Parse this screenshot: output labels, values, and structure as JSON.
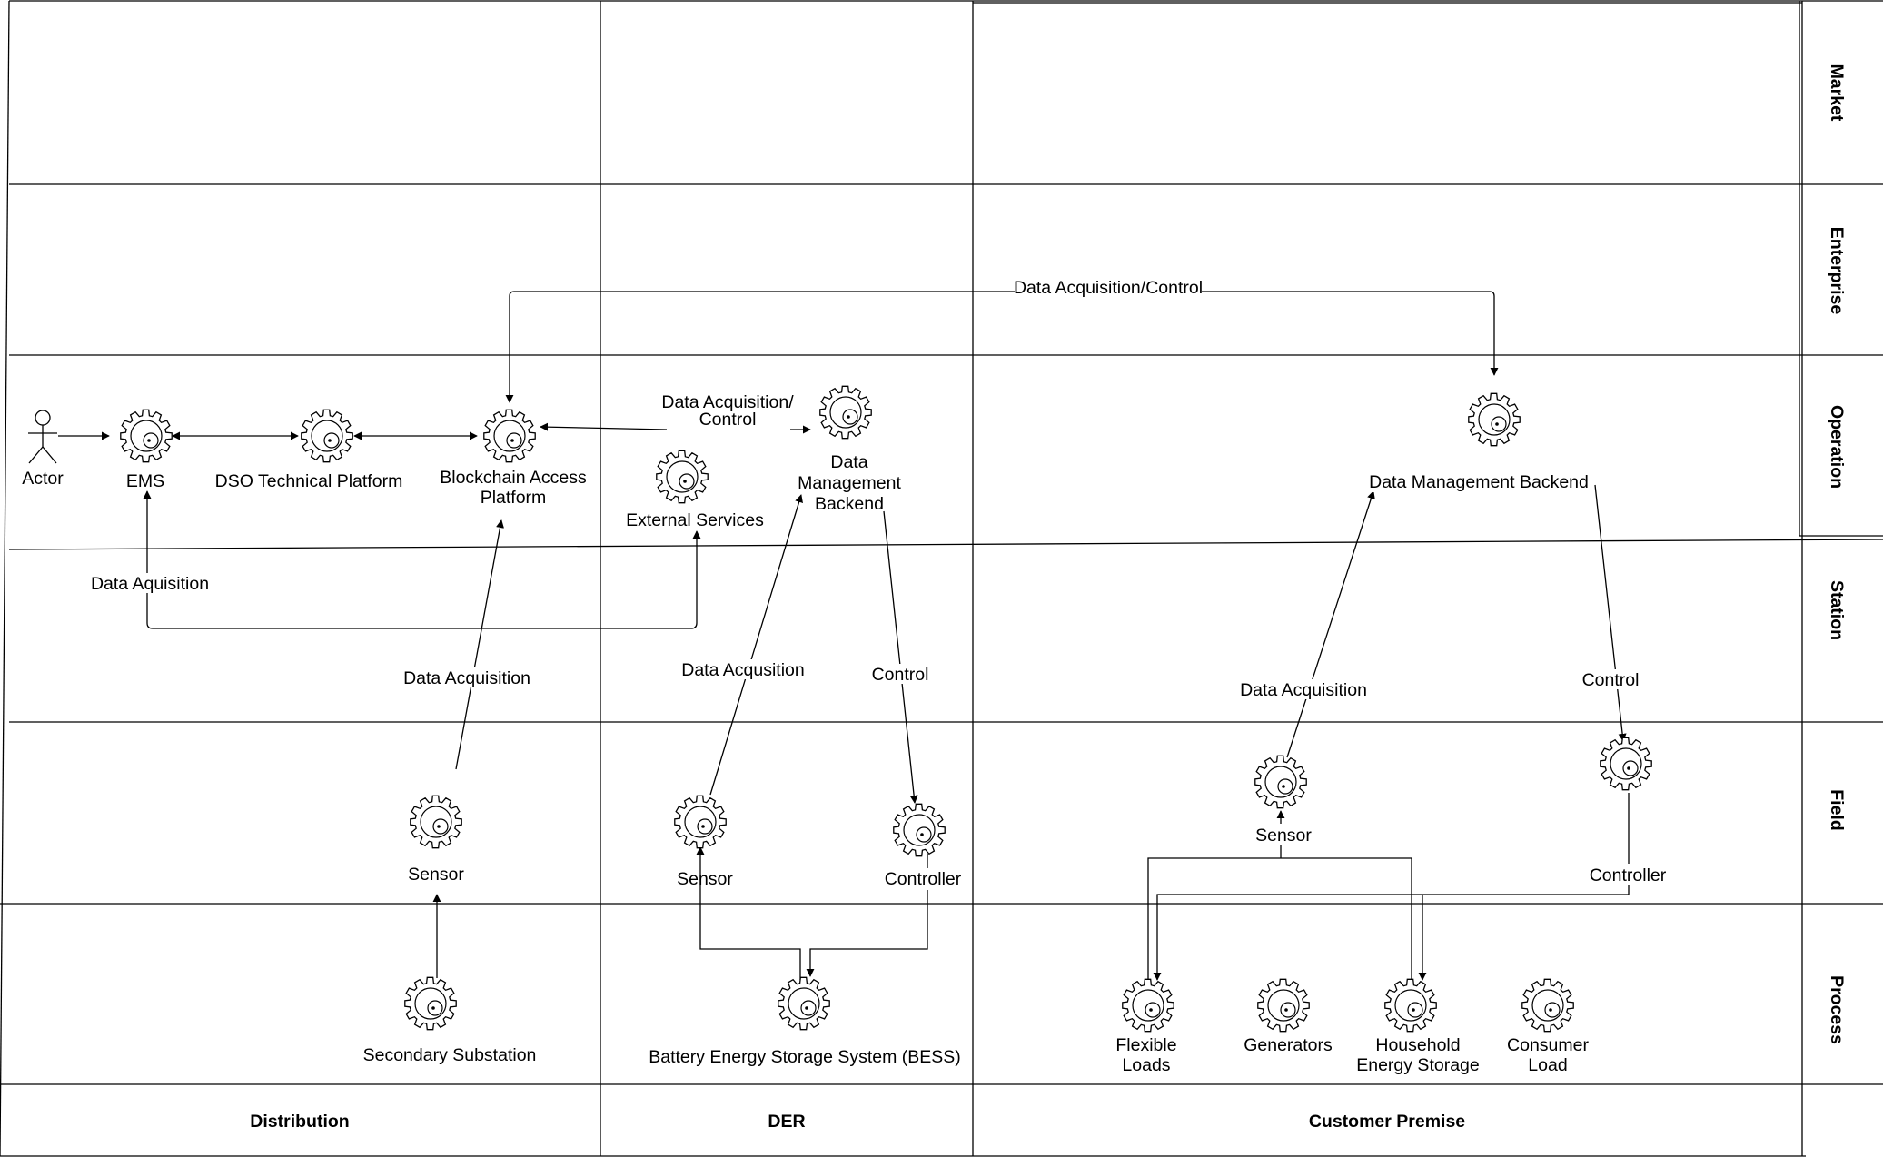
{
  "zones": {
    "distribution": "Distribution",
    "der": "DER",
    "customer_premise": "Customer Premise"
  },
  "domains": {
    "market": "Market",
    "enterprise": "Enterprise",
    "operation": "Operation",
    "station": "Station",
    "field": "Field",
    "process": "Process"
  },
  "nodes": {
    "actor": "Actor",
    "ems": "EMS",
    "dso": "DSO Technical Platform",
    "bap_l1": "Blockchain Access",
    "bap_l2": "Platform",
    "ext": "External Services",
    "dmb1_l1": "Data",
    "dmb1_l2": "Management",
    "dmb1_l3": "Backend",
    "dmb2": "Data Management Backend",
    "sensor_dist": "Sensor",
    "sensor_der": "Sensor",
    "controller_der": "Controller",
    "sensor_cp": "Sensor",
    "controller_cp": "Controller",
    "sec_sub": "Secondary Substation",
    "bess": "Battery Energy Storage System (BESS)",
    "flex_l1": "Flexible",
    "flex_l2": "Loads",
    "gen": "Generators",
    "hes_l1": "Household",
    "hes_l2": "Energy Storage",
    "cons_l1": "Consumer",
    "cons_l2": "Load"
  },
  "edges": {
    "enterprise_link": "Data Acquisition/Control",
    "ext_to_dmb_l1": "Data Acquisition/",
    "ext_to_dmb_l2": "Control",
    "ems_loop": "Data Aquisition",
    "dist_acq": "Data Acquisition",
    "der_acq": "Data Acqusition",
    "der_control": "Control",
    "cp_acq": "Data Acquisition",
    "cp_control": "Control"
  }
}
